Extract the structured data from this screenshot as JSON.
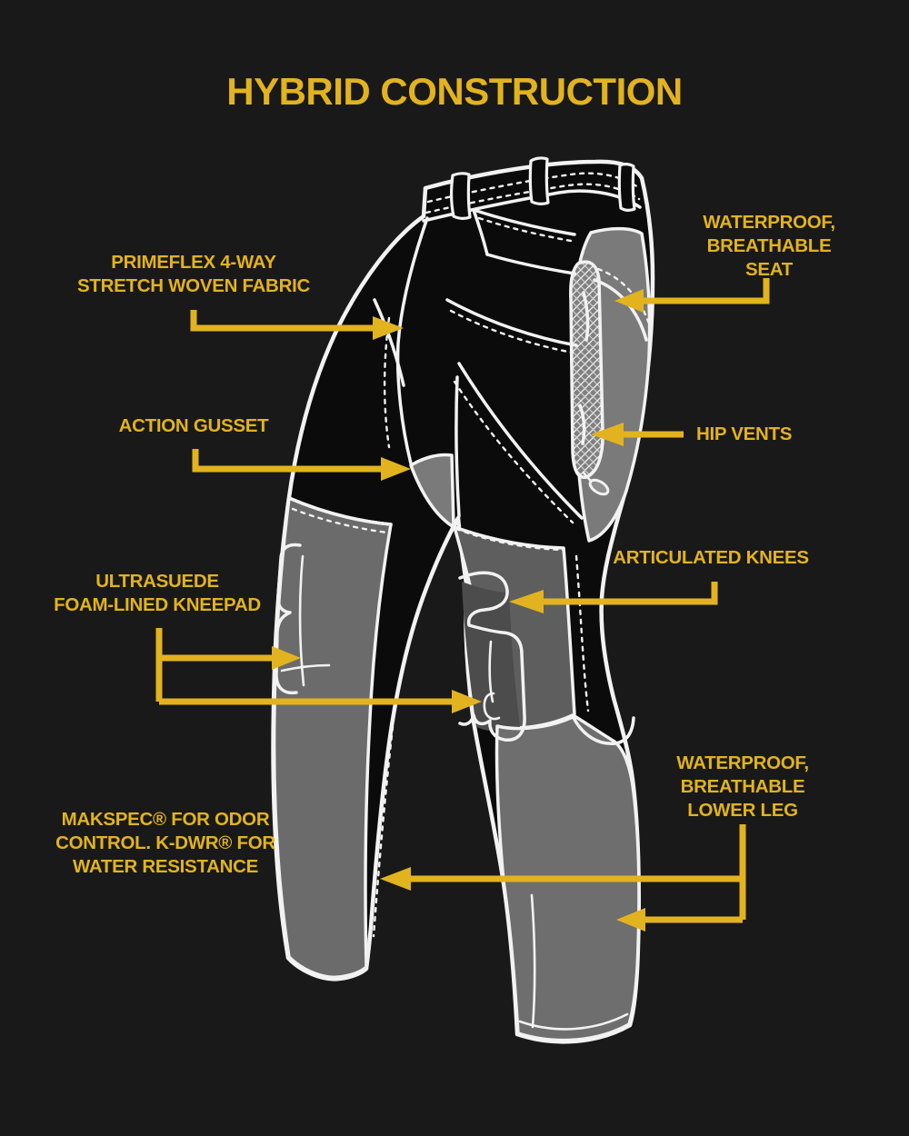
{
  "title": "HYBRID CONSTRUCTION",
  "colors": {
    "background": "#191919",
    "accent": "#e2b31e",
    "line": "#f2f2f2",
    "fabric": "#0b0b0b",
    "seat_gray": "#7a7a7a",
    "leg_gray": "#6e6e6e",
    "knee_gray": "#5e5e5e"
  },
  "callouts": {
    "primeflex": {
      "label": "PRIMEFLEX 4-WAY\nSTRETCH WOVEN FABRIC"
    },
    "seat": {
      "label": "WATERPROOF,\nBREATHABLE SEAT"
    },
    "gusset": {
      "label": "ACTION GUSSET"
    },
    "hip_vents": {
      "label": "HIP VENTS"
    },
    "knees": {
      "label": "ARTICULATED KNEES"
    },
    "kneepad": {
      "label": "ULTRASUEDE\nFOAM-LINED KNEEPAD"
    },
    "makspec": {
      "label": "MAKSPEC® FOR ODOR\nCONTROL. K-DWR® FOR\nWATER RESISTANCE"
    },
    "lower_leg": {
      "label": "WATERPROOF,\nBREATHABLE LOWER LEG"
    }
  }
}
